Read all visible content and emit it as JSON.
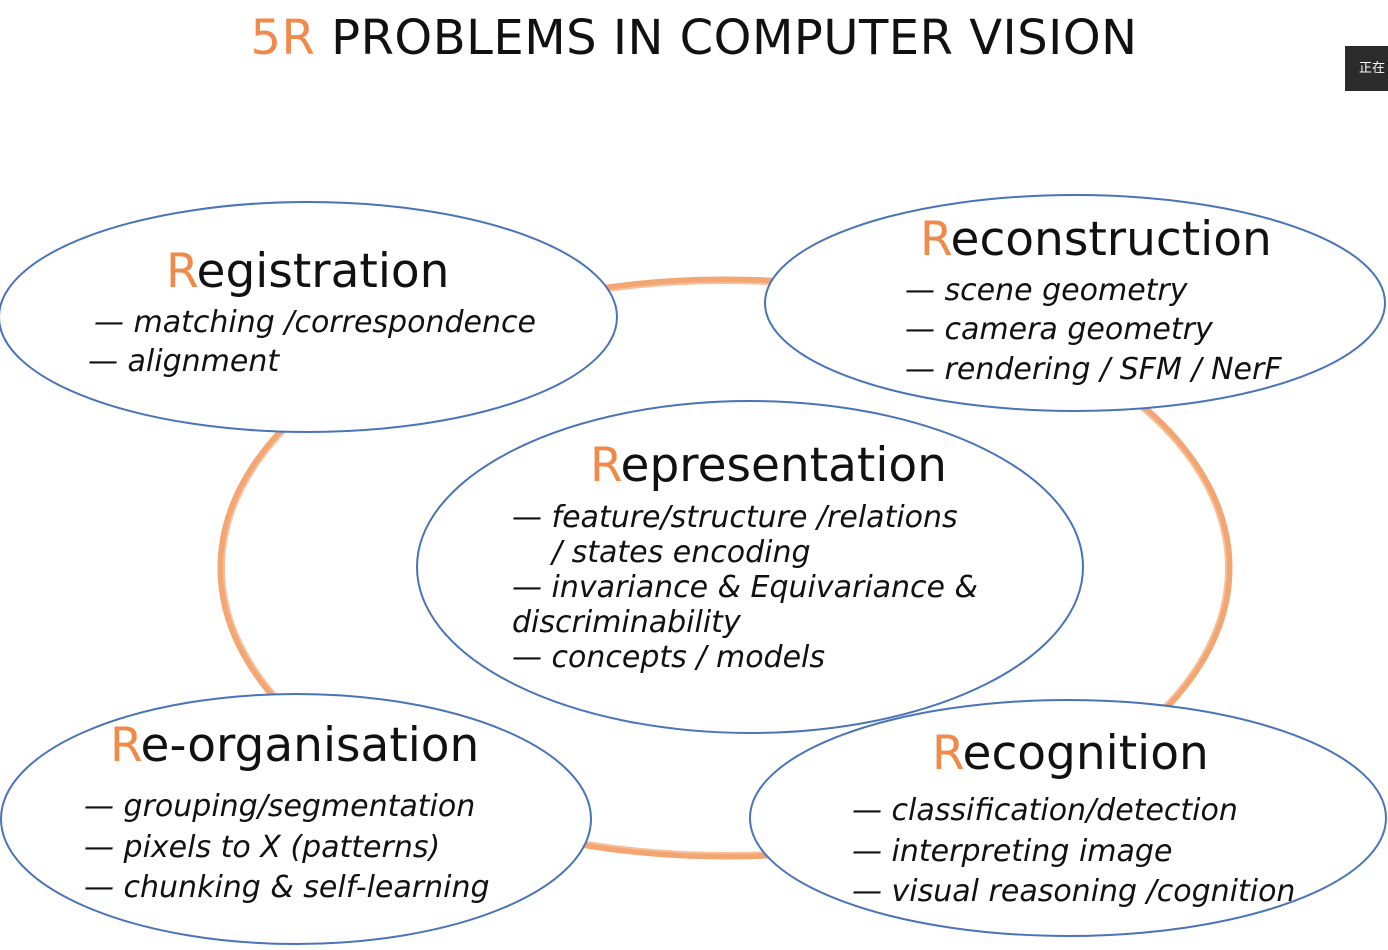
{
  "title": {
    "accent": "5R",
    "rest": " PROBLEMS IN COMPUTER VISION"
  },
  "overlay_tab": {
    "label": "正在"
  },
  "colors": {
    "accent": "#f08a4b",
    "ring": "#f2a06a",
    "ellipse_stroke": "#4a74b8",
    "text": "#111111",
    "overlay": "#2b2b2b"
  },
  "nodes": {
    "registration": {
      "initial": "R",
      "heading_rest": "egistration",
      "items": [
        "— matching /correspondence",
        "— alignment"
      ]
    },
    "reconstruction": {
      "initial": "R",
      "heading_rest": "econstruction",
      "items": [
        "— scene geometry",
        "— camera geometry",
        "— rendering  / SFM / NerF"
      ]
    },
    "representation": {
      "initial": "R",
      "heading_rest": "epresentation",
      "items": [
        "— feature/structure /relations",
        "/ states encoding",
        "— invariance & Equivariance &",
        "discriminability",
        "— concepts / models"
      ]
    },
    "reorganisation": {
      "initial": "R",
      "heading_rest": "e-organisation",
      "items": [
        "— grouping/segmentation",
        "— pixels to X (patterns)",
        "— chunking & self-learning"
      ]
    },
    "recognition": {
      "initial": "R",
      "heading_rest": "ecognition",
      "items": [
        "— classification/detection",
        "— interpreting image",
        "— visual reasoning /cognition"
      ]
    }
  }
}
